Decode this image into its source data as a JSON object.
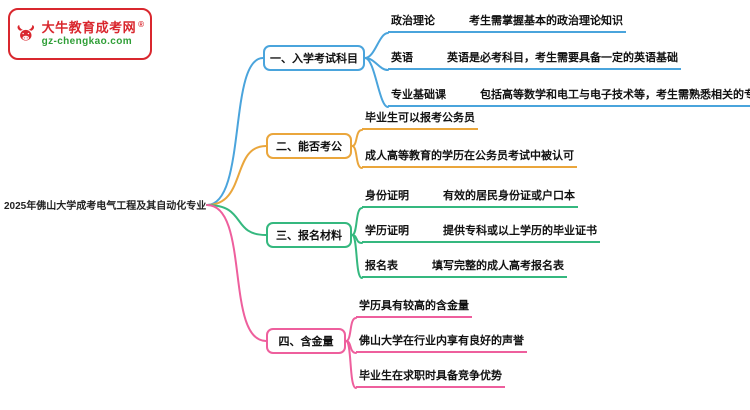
{
  "logo": {
    "title": "大牛教育成考网",
    "registered_mark": "®",
    "domain": "gz-chengkao.com",
    "icon": "bull-icon"
  },
  "root_label": "2025年佛山大学成考电气工程及其自动化专业",
  "palette": {
    "branch_exam_blue": "#4aa4dc",
    "branch_civil_orange": "#eaa63c",
    "branch_materials_green": "#35b87f",
    "branch_value_pink": "#ee5f9d",
    "logo_red": "#d9272e",
    "domain_green": "#2e9e36"
  },
  "branches": [
    {
      "label": "一、入学考试科目",
      "color": "#4aa4dc",
      "children": [
        {
          "label": "政治理论",
          "desc": "考生需掌握基本的政治理论知识"
        },
        {
          "label": "英语",
          "desc": "英语是必考科目，考生需要具备一定的英语基础"
        },
        {
          "label": "专业基础课",
          "desc": "包括高等数学和电工与电子技术等，考生需熟悉相关的专业知识"
        }
      ]
    },
    {
      "label": "二、能否考公",
      "color": "#eaa63c",
      "children": [
        {
          "desc": "毕业生可以报考公务员"
        },
        {
          "desc": "成人高等教育的学历在公务员考试中被认可"
        }
      ]
    },
    {
      "label": "三、报名材料",
      "color": "#35b87f",
      "children": [
        {
          "label": "身份证明",
          "desc": "有效的居民身份证或户口本"
        },
        {
          "label": "学历证明",
          "desc": "提供专科或以上学历的毕业证书"
        },
        {
          "label": "报名表",
          "desc": "填写完整的成人高考报名表"
        }
      ]
    },
    {
      "label": "四、含金量",
      "color": "#ee5f9d",
      "children": [
        {
          "desc": "学历具有较高的含金量"
        },
        {
          "desc": "佛山大学在行业内享有良好的声誉"
        },
        {
          "desc": "毕业生在求职时具备竞争优势"
        }
      ]
    }
  ]
}
